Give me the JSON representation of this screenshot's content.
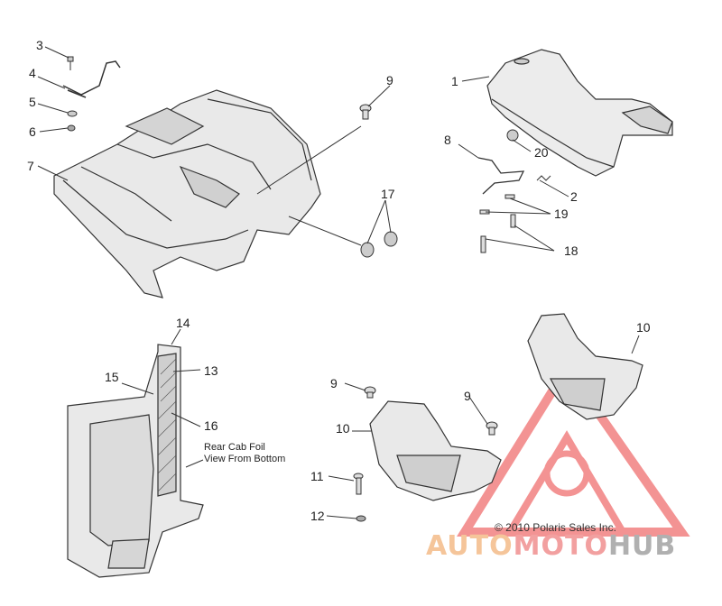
{
  "callouts": {
    "c1": "1",
    "c2": "2",
    "c3": "3",
    "c4": "4",
    "c5": "5",
    "c6": "6",
    "c7": "7",
    "c8": "8",
    "c9a": "9",
    "c9b": "9",
    "c9c": "9",
    "c10a": "10",
    "c10b": "10",
    "c11": "11",
    "c12": "12",
    "c13": "13",
    "c14": "14",
    "c15": "15",
    "c16": "16",
    "c17": "17",
    "c18": "18",
    "c19": "19",
    "c20": "20"
  },
  "note": {
    "line1": "Rear Cab Foil",
    "line2": "View From Bottom"
  },
  "copyright": "© 2010 Polaris Sales Inc.",
  "watermark": {
    "part1": "AUTO",
    "part2": "MOTO",
    "part3": "HUB",
    "colors": {
      "auto": "#f5c59a",
      "moto": "#f2a0a0",
      "hub": "#b0b0b0",
      "triangle": "#f07070"
    }
  }
}
